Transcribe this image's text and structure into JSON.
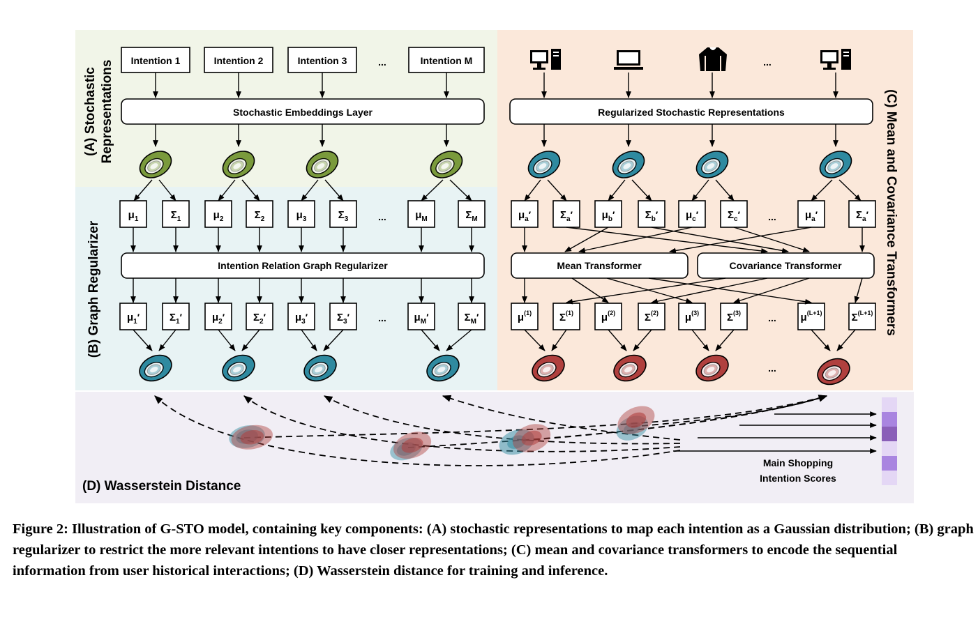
{
  "figure": {
    "sections": {
      "a_line1": "(A) Stochastic",
      "a_line2": "Representations",
      "b": "(B) Graph Regularizer",
      "c": "(C) Mean and Covariance Transformers",
      "d": "(D) Wasserstein Distance"
    },
    "intentions": [
      "Intention 1",
      "Intention 2",
      "Intention 3",
      "Intention M"
    ],
    "ellipsis": "...",
    "bars": {
      "stochastic_embeddings": "Stochastic Embeddings Layer",
      "graph_regularizer": "Intention Relation Graph Regularizer",
      "regularized": "Regularized Stochastic Representations",
      "mean_transformer": "Mean Transformer",
      "cov_transformer": "Covariance Transformer"
    },
    "items_icons": [
      "desktop-icon",
      "laptop-icon",
      "shirt-icon",
      "desktop-icon"
    ],
    "symbols_b_in": [
      {
        "base": "μ",
        "sub": "1"
      },
      {
        "base": "Σ",
        "sub": "1"
      },
      {
        "base": "μ",
        "sub": "2"
      },
      {
        "base": "Σ",
        "sub": "2"
      },
      {
        "base": "μ",
        "sub": "3"
      },
      {
        "base": "Σ",
        "sub": "3"
      },
      {
        "base": "μ",
        "sub": "M"
      },
      {
        "base": "Σ",
        "sub": "M"
      }
    ],
    "symbols_b_out": [
      {
        "base": "μ",
        "sub": "1",
        "prime": "′"
      },
      {
        "base": "Σ",
        "sub": "1",
        "prime": "′"
      },
      {
        "base": "μ",
        "sub": "2",
        "prime": "′"
      },
      {
        "base": "Σ",
        "sub": "2",
        "prime": "′"
      },
      {
        "base": "μ",
        "sub": "3",
        "prime": "′"
      },
      {
        "base": "Σ",
        "sub": "3",
        "prime": "′"
      },
      {
        "base": "μ",
        "sub": "M",
        "prime": "′"
      },
      {
        "base": "Σ",
        "sub": "M",
        "prime": "′"
      }
    ],
    "symbols_c_in": [
      {
        "base": "μ",
        "sub": "a",
        "prime": "′"
      },
      {
        "base": "Σ",
        "sub": "a",
        "prime": "′"
      },
      {
        "base": "μ",
        "sub": "b",
        "prime": "′"
      },
      {
        "base": "Σ",
        "sub": "b",
        "prime": "′"
      },
      {
        "base": "μ",
        "sub": "c",
        "prime": "′"
      },
      {
        "base": "Σ",
        "sub": "c",
        "prime": "′"
      },
      {
        "base": "μ",
        "sub": "a",
        "prime": "′"
      },
      {
        "base": "Σ",
        "sub": "a",
        "prime": "′"
      }
    ],
    "symbols_c_out": [
      {
        "base": "μ",
        "sup": "(1)"
      },
      {
        "base": "Σ",
        "sup": "(1)"
      },
      {
        "base": "μ",
        "sup": "(2)"
      },
      {
        "base": "Σ",
        "sup": "(2)"
      },
      {
        "base": "μ",
        "sup": "(3)"
      },
      {
        "base": "Σ",
        "sup": "(3)"
      },
      {
        "base": "μ",
        "sup": "(L+1)"
      },
      {
        "base": "Σ",
        "sup": "(L+1)"
      }
    ],
    "scores_label_line1": "Main Shopping",
    "scores_label_line2": "Intention Scores",
    "colors": {
      "panel_a": "#f1f5e8",
      "panel_b": "#e8f3f4",
      "panel_c": "#fbe8da",
      "panel_d": "#f1eef5",
      "green_gaussian": "#7a9a3c",
      "blue_gaussian": "#2f8aa0",
      "red_gaussian": "#b0403e",
      "score_light": "#e4d7f5",
      "score_mid": "#a985e0",
      "score_dark": "#8a5fb8"
    }
  },
  "caption": {
    "text": "Figure 2: Illustration of G-STO model, containing key components: (A) stochastic representations to map each intention as a Gaussian distribution; (B) graph regularizer to restrict the more relevant intentions to have closer representations; (C) mean and covariance transformers to encode the sequential information from user historical interactions; (D) Wasserstein distance for training and inference."
  }
}
